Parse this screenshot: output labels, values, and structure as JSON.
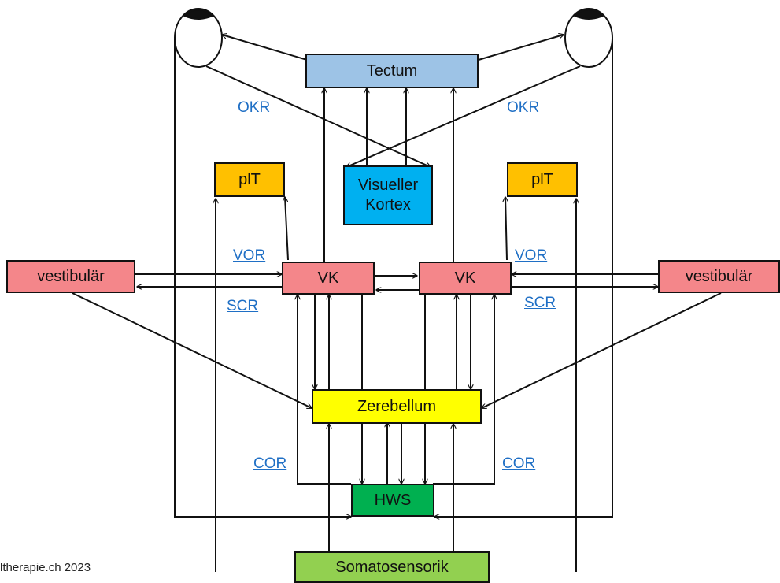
{
  "nodes": {
    "tectum": "Tectum",
    "visual_cortex_line1": "Visueller",
    "visual_cortex_line2": "Kortex",
    "plt_left": "plT",
    "plt_right": "plT",
    "vestibular_left": "vestibulär",
    "vestibular_right": "vestibulär",
    "vk_left": "VK",
    "vk_right": "VK",
    "cerebellum": "Zerebellum",
    "hws": "HWS",
    "somatosensory": "Somatosensorik"
  },
  "reflex_labels": {
    "okr_left": "OKR",
    "okr_right": "OKR",
    "vor_left": "VOR",
    "vor_right": "VOR",
    "scr_left": "SCR",
    "scr_right": "SCR",
    "cor_left": "COR",
    "cor_right": "COR"
  },
  "credit": "ltherapie.ch 2023",
  "colors": {
    "tectum": "#9dc3e6",
    "visual_cortex": "#00b0f0",
    "plt": "#ffc000",
    "vestibular": "#f4868a",
    "vk": "#f4868a",
    "cerebellum": "#ffff00",
    "hws": "#00b050",
    "somatosensory": "#92d050",
    "link": "#1f6fc5"
  }
}
